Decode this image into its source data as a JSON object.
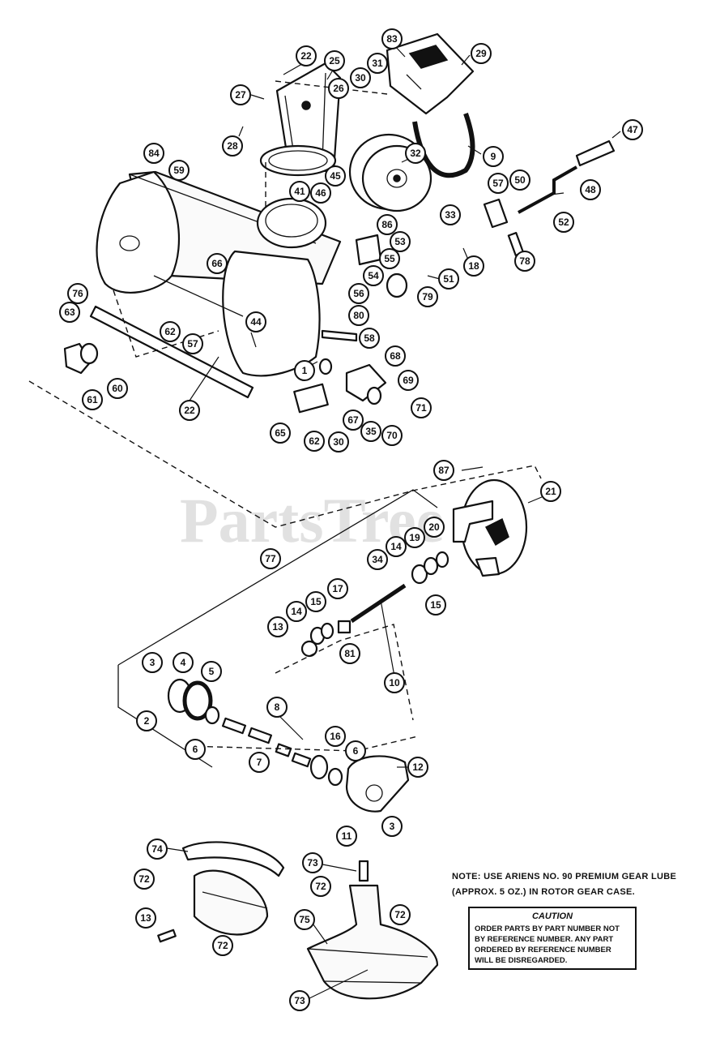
{
  "watermark": "PartsTree",
  "note": "NOTE: USE ARIENS NO. 90 PREMIUM GEAR LUBE (APPROX. 5 OZ.) IN ROTOR GEAR CASE.",
  "caution": {
    "title": "CAUTION",
    "text": "ORDER PARTS BY PART NUMBER NOT BY REFERENCE NUMBER. ANY PART ORDERED BY REFERENCE NUMBER WILL BE DISREGARDED."
  },
  "callouts": [
    "83",
    "29",
    "22",
    "25",
    "31",
    "30",
    "26",
    "27",
    "28",
    "32",
    "9",
    "47",
    "84",
    "59",
    "45",
    "46",
    "41",
    "33",
    "57",
    "50",
    "48",
    "86",
    "53",
    "52",
    "66",
    "55",
    "54",
    "18",
    "78",
    "51",
    "79",
    "56",
    "76",
    "80",
    "63",
    "62",
    "57",
    "44",
    "58",
    "68",
    "1",
    "69",
    "60",
    "61",
    "71",
    "22",
    "67",
    "35",
    "70",
    "62",
    "30",
    "65",
    "87",
    "21",
    "77",
    "34",
    "14",
    "19",
    "20",
    "17",
    "15",
    "13",
    "14",
    "15",
    "81",
    "10",
    "3",
    "4",
    "5",
    "2",
    "8",
    "6",
    "16",
    "7",
    "6",
    "12",
    "11",
    "3",
    "74",
    "73",
    "72",
    "13",
    "72",
    "72",
    "75",
    "72",
    "73"
  ]
}
